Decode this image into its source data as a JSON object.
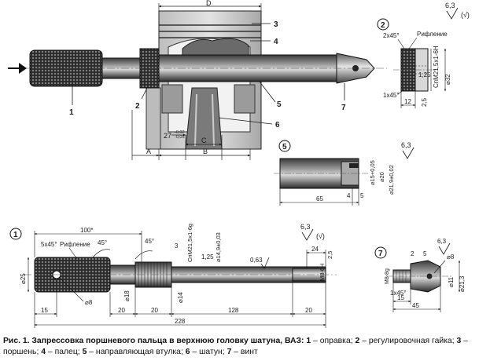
{
  "caption": {
    "title": "Рис. 1. Запрессовка поршневого пальца в верхнюю головку шатуна, ВАЗ:",
    "items": [
      {
        "num": "1",
        "text": "оправка"
      },
      {
        "num": "2",
        "text": "регулировочная гайка"
      },
      {
        "num": "3",
        "text": "поршень"
      },
      {
        "num": "4",
        "text": "палец"
      },
      {
        "num": "5",
        "text": "направляющая втулка"
      },
      {
        "num": "6",
        "text": "шатун"
      },
      {
        "num": "7",
        "text": "винт"
      }
    ]
  },
  "assembly": {
    "callouts": [
      "1",
      "2",
      "3",
      "4",
      "5",
      "6",
      "7"
    ],
    "dims": {
      "D": "D",
      "A": "A",
      "B": "B",
      "C": "C",
      "d27": "27",
      "d27_tol": "-0,02\n-0,05"
    }
  },
  "detail2": {
    "number": "2",
    "roughness": "6,3",
    "roughness_suffix": "(√)",
    "chamfer_top": "2х45°",
    "knurl": "Рифление",
    "thread": "СпМ21,5х1-6Н",
    "d125": "1,25",
    "d32": "⌀32",
    "chamfer_bottom": "1х45°",
    "w12": "12",
    "w25": "2,5"
  },
  "detail5": {
    "number": "5",
    "roughness": "6,3",
    "d15": "⌀15+0,05",
    "d20": "⌀20",
    "d219": "⌀21,9±0,02",
    "w4": "4",
    "w5": "5",
    "w65": "65"
  },
  "detail1": {
    "number": "1",
    "roughness": "6,3",
    "roughness_suffix": "(√)",
    "d100": "100*",
    "chamfer": "5х45°",
    "knurl": "Рифление",
    "a45a": "45°",
    "a45b": "45°",
    "d25": "⌀25",
    "d8": "⌀8",
    "d18": "⌀18",
    "d14": "⌀14",
    "thread": "СпМ21,5х1-6g",
    "d125": "1,25",
    "d149": "⌀14,9±0,03",
    "w3": "3",
    "r063": "0,63",
    "w24": "24",
    "w25": "2,5",
    "threadM8": "M8-6Н",
    "w15": "15",
    "w20a": "20",
    "w20b": "20",
    "w128": "128",
    "w20c": "20",
    "w228": "228"
  },
  "detail7": {
    "number": "7",
    "roughness": "6,3",
    "w2": "2",
    "w5": "5",
    "d8": "⌀8",
    "d11": "⌀11",
    "d213": "⌀21,3",
    "m8": "M8-8g",
    "chamfer": "1х45°",
    "w15": "15",
    "w45": "45"
  }
}
